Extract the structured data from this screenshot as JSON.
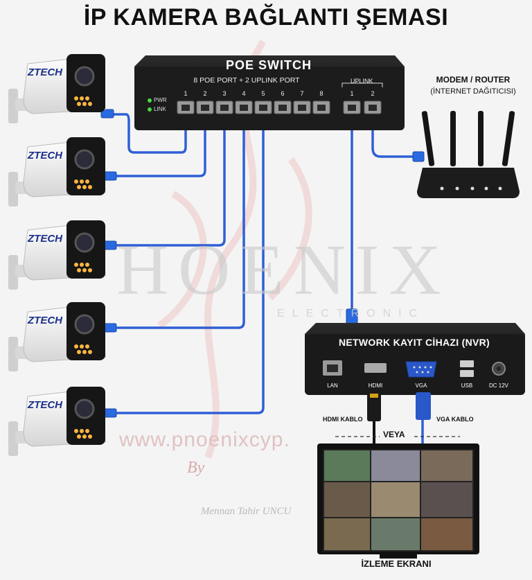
{
  "title": "İP KAMERA BAĞLANTI ŞEMASI",
  "switch": {
    "name": "POE SWITCH",
    "subtitle": "8 POE PORT + 2 UPLINK PORT",
    "uplink_label": "UPLINK",
    "port_numbers": [
      "1",
      "2",
      "3",
      "4",
      "5",
      "6",
      "7",
      "8"
    ],
    "uplink_numbers": [
      "1",
      "2"
    ],
    "led_labels": [
      "PWR",
      "LINK"
    ]
  },
  "cameras": [
    {
      "brand": "ZTECH"
    },
    {
      "brand": "ZTECH"
    },
    {
      "brand": "ZTECH"
    },
    {
      "brand": "ZTECH"
    },
    {
      "brand": "ZTECH"
    }
  ],
  "router": {
    "label": "MODEM / ROUTER",
    "sublabel": "(İNTERNET DAĞITICISI)"
  },
  "nvr": {
    "title": "NETWORK KAYIT CİHAZI (NVR)",
    "ports": [
      "LAN",
      "HDMI",
      "VGA",
      "USB",
      "DC 12V"
    ]
  },
  "cables": {
    "hdmi": "HDMI KABLO",
    "vga": "VGA KABLO",
    "or": "VEYA"
  },
  "monitor": {
    "label": "İZLEME EKRANI"
  },
  "watermark": {
    "big": "HOENIX",
    "sub": "ELECTRONIC",
    "url": "www.pnoenixcyp.",
    "by": "By",
    "author": "Mennan Tahir UNCU"
  },
  "colors": {
    "cable": "#2f5fd6",
    "device": "#1e1e1e",
    "camera_body": "#f2f2f2",
    "led_green": "#44dd44",
    "ir_led": "#ffb640"
  }
}
